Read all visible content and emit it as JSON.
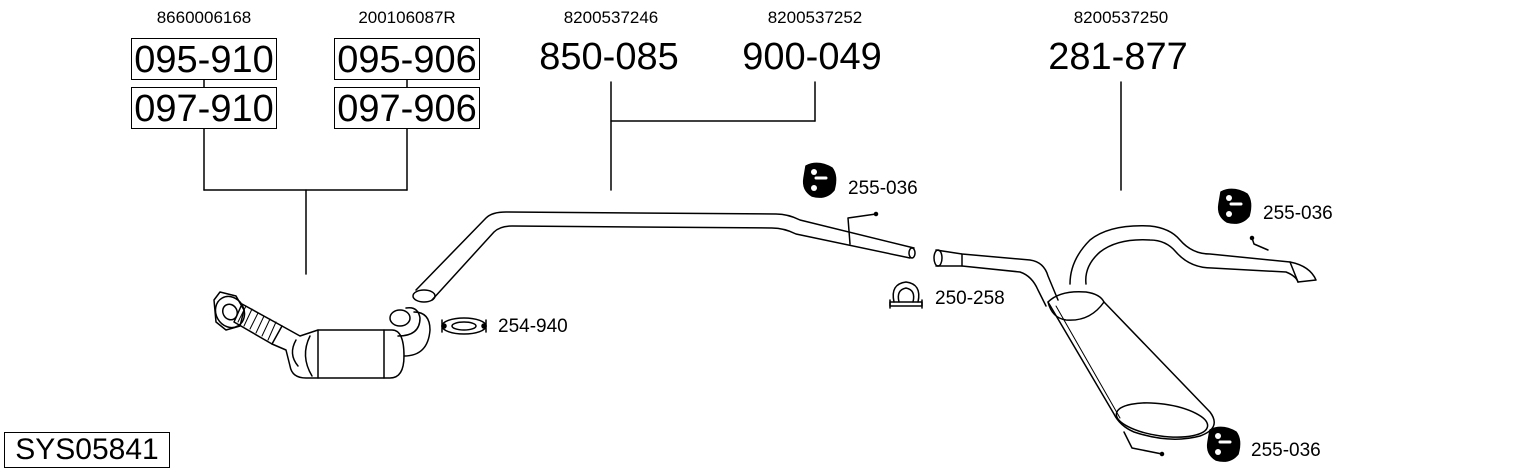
{
  "diagram": {
    "system_code": "SYS05841",
    "groups": [
      {
        "oem": "8660006168",
        "parts": [
          "095-910",
          "097-910"
        ]
      },
      {
        "oem": "200106087R",
        "parts": [
          "095-906",
          "097-906"
        ]
      },
      {
        "oem": "8200537246",
        "part": "850-085"
      },
      {
        "oem": "8200537252",
        "part": "900-049"
      },
      {
        "oem": "8200537250",
        "part": "281-877"
      }
    ],
    "accessories": [
      {
        "label": "255-036",
        "icon": "rubber-hanger-icon"
      },
      {
        "label": "255-036",
        "icon": "rubber-hanger-icon"
      },
      {
        "label": "255-036",
        "icon": "rubber-hanger-icon"
      },
      {
        "label": "254-940",
        "icon": "flange-clamp-icon"
      },
      {
        "label": "250-258",
        "icon": "pipe-clamp-icon"
      }
    ]
  }
}
